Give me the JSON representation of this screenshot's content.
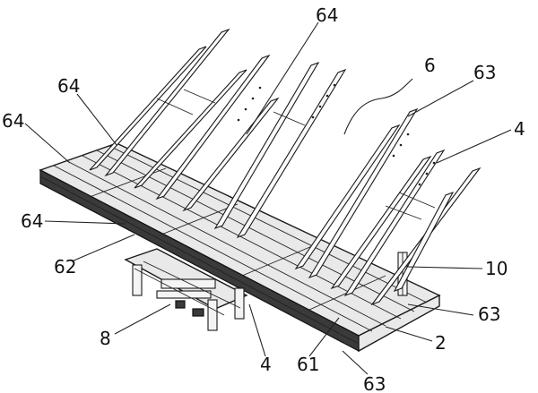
{
  "figure": {
    "labels": [
      {
        "id": "label-64-top",
        "text": "64"
      },
      {
        "id": "label-64-upper-left",
        "text": "64"
      },
      {
        "id": "label-64-left",
        "text": "64"
      },
      {
        "id": "label-64-mid-left",
        "text": "64"
      },
      {
        "id": "label-62",
        "text": "62"
      },
      {
        "id": "label-6",
        "text": "6"
      },
      {
        "id": "label-63-upper",
        "text": "63"
      },
      {
        "id": "label-4-right",
        "text": "4"
      },
      {
        "id": "label-10",
        "text": "10"
      },
      {
        "id": "label-63-right",
        "text": "63"
      },
      {
        "id": "label-2",
        "text": "2"
      },
      {
        "id": "label-8",
        "text": "8"
      },
      {
        "id": "label-4-bottom",
        "text": "4"
      },
      {
        "id": "label-61",
        "text": "61"
      },
      {
        "id": "label-63-bottom",
        "text": "63"
      }
    ]
  }
}
